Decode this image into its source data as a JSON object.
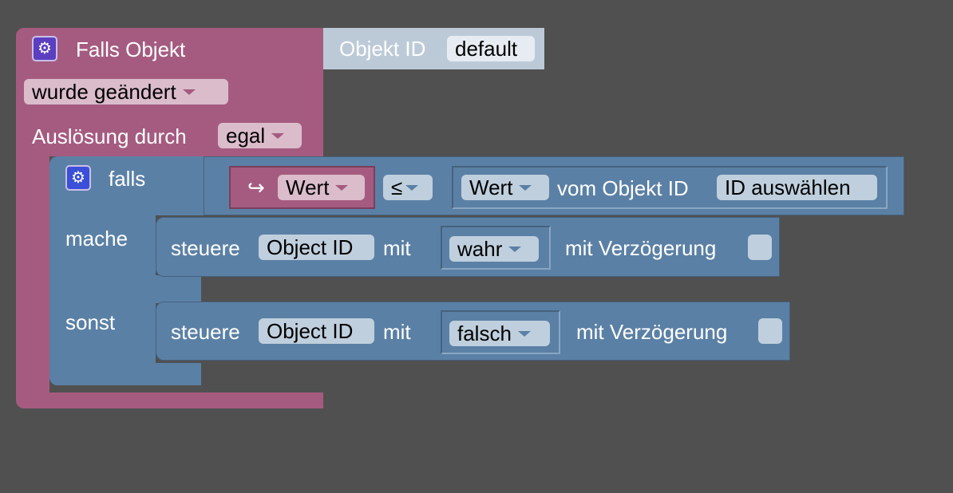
{
  "colors": {
    "background": "#505050",
    "event_block": "#a55b80",
    "logic_block": "#5b80a5",
    "object_id_block": "#bccad8",
    "gear_event": "#5b3fc0",
    "gear_logic": "#3b4fd8"
  },
  "event_block": {
    "icon": "gear-icon",
    "title": "Falls Objekt",
    "trigger_mode": "wurde geändert",
    "trigger_label": "Auslösung durch",
    "trigger_source": "egal"
  },
  "object_id_block": {
    "label": "Objekt ID",
    "value": "default"
  },
  "if_block": {
    "icon": "gear-icon",
    "if_label": "falls",
    "do_label": "mache",
    "else_label": "sonst"
  },
  "condition": {
    "arrow": "↪",
    "left_value": "Wert",
    "operator": "≤",
    "right_value": "Wert",
    "right_label": "vom Objekt ID",
    "right_object": "ID auswählen"
  },
  "statements": [
    {
      "label": "steuere",
      "object": "Object ID",
      "with": "mit",
      "value": "wahr",
      "delay_label": "mit Verzögerung",
      "delay_checked": false
    },
    {
      "label": "steuere",
      "object": "Object ID",
      "with": "mit",
      "value": "falsch",
      "delay_label": "mit Verzögerung",
      "delay_checked": false
    }
  ]
}
